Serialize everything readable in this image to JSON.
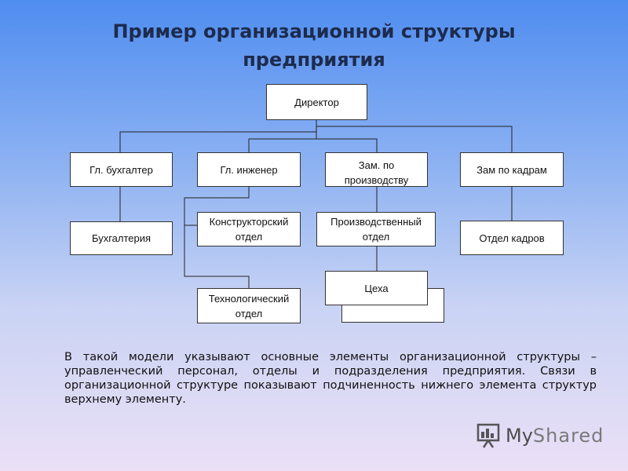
{
  "title": {
    "line1": "Пример  организационной структуры",
    "line2": "предприятия"
  },
  "nodes": {
    "director": "Директор",
    "chief_accountant": "Гл. бухгалтер",
    "chief_engineer": "Гл. инженер",
    "deputy_production": "Зам. по производству",
    "deputy_hr": "Зам по кадрам",
    "accounting": "Бухгалтерия",
    "design_dept": "Конструкторский отдел",
    "production_dept": "Производственный отдел",
    "hr_dept": "Отдел кадров",
    "workshops": "Цеха",
    "tech_dept": "Технологический отдел"
  },
  "description": "В такой модели указывают основные элементы организационной структуры – управленческий персонал, отделы и подразделения предприятия. Связи в организационной структуре показывают подчиненность нижнего элемента структур верхнему элементу.",
  "logo": {
    "icon": "presentation-board-icon",
    "text_bold": "My",
    "text_light": "Shared"
  },
  "colors": {
    "line": "#222222",
    "box_border": "#333333",
    "title": "#1d2b4c"
  }
}
